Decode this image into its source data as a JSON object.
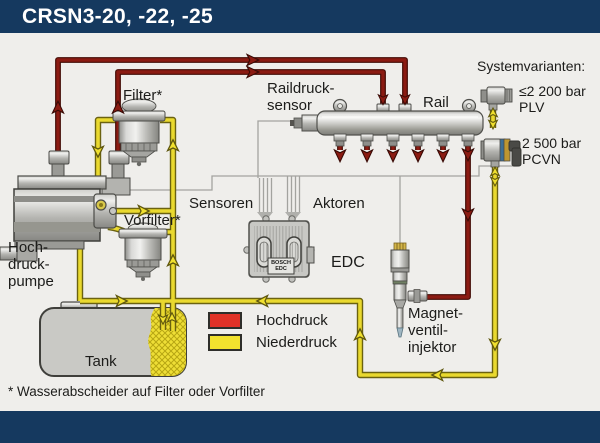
{
  "header": {
    "title": "CRSN3-20, -22, -25"
  },
  "components": {
    "filter": "Filter*",
    "vorfilter": "Vorfilter*",
    "pump": "Hoch-\ndruck-\npumpe",
    "tank": "Tank",
    "rail_pressure_sensor": "Raildruck-\nsensor",
    "rail": "Rail",
    "sensors": "Sensoren",
    "actuators": "Aktoren",
    "ecu": "EDC",
    "ecu_unit_text": "BOSCH\nEDC",
    "injector": "Magnet-\nventil-\ninjektor"
  },
  "variants": {
    "title": "Systemvarianten:",
    "items": [
      {
        "pressure": "≤2 200 bar",
        "name": "PLV"
      },
      {
        "pressure": "2 500 bar",
        "name": "PCVN"
      }
    ]
  },
  "legend": {
    "items": [
      {
        "label": "Hochdruck",
        "color": "#e03227"
      },
      {
        "label": "Niederdruck",
        "color": "#f2e22e"
      }
    ]
  },
  "footnote": "* Wasserabscheider auf Filter oder Vorfilter",
  "colors": {
    "header_bar": "#15395f",
    "background": "#efeeeb",
    "high_pressure_line": "#8b1b12",
    "low_pressure_line": "#ead92f",
    "signal_line": "#a3a39f"
  }
}
